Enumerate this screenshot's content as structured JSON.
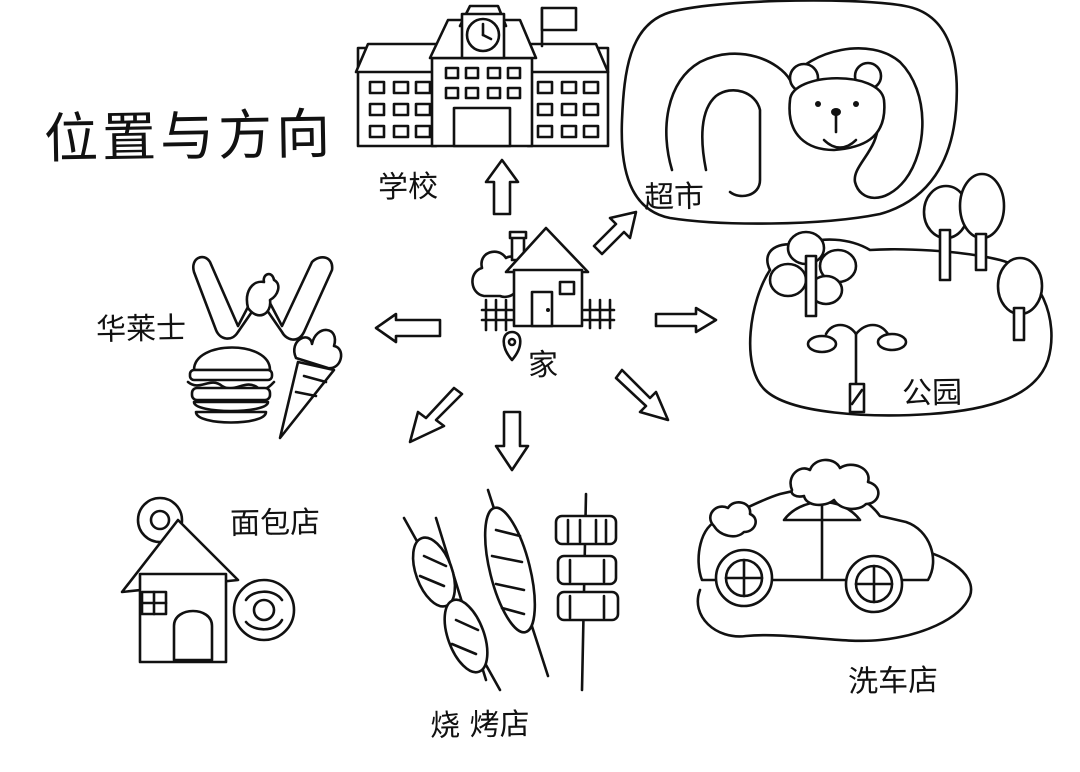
{
  "title": "位置与方向",
  "labels": {
    "school": "学校",
    "supermarket": "超市",
    "home": "家",
    "wallace": "华莱士",
    "park": "公园",
    "bakery": "面包店",
    "bbq": "烧 烤店",
    "carwash": "洗车店"
  },
  "arrows": [
    {
      "name": "arrow-to-school",
      "direction": "north"
    },
    {
      "name": "arrow-to-supermarket",
      "direction": "northeast"
    },
    {
      "name": "arrow-to-park",
      "direction": "east"
    },
    {
      "name": "arrow-to-carwash",
      "direction": "southeast"
    },
    {
      "name": "arrow-to-bbq",
      "direction": "south"
    },
    {
      "name": "arrow-to-bakery",
      "direction": "southwest"
    },
    {
      "name": "arrow-to-wallace",
      "direction": "west"
    }
  ],
  "colors": {
    "ink": "#111111",
    "paper": "#ffffff"
  }
}
